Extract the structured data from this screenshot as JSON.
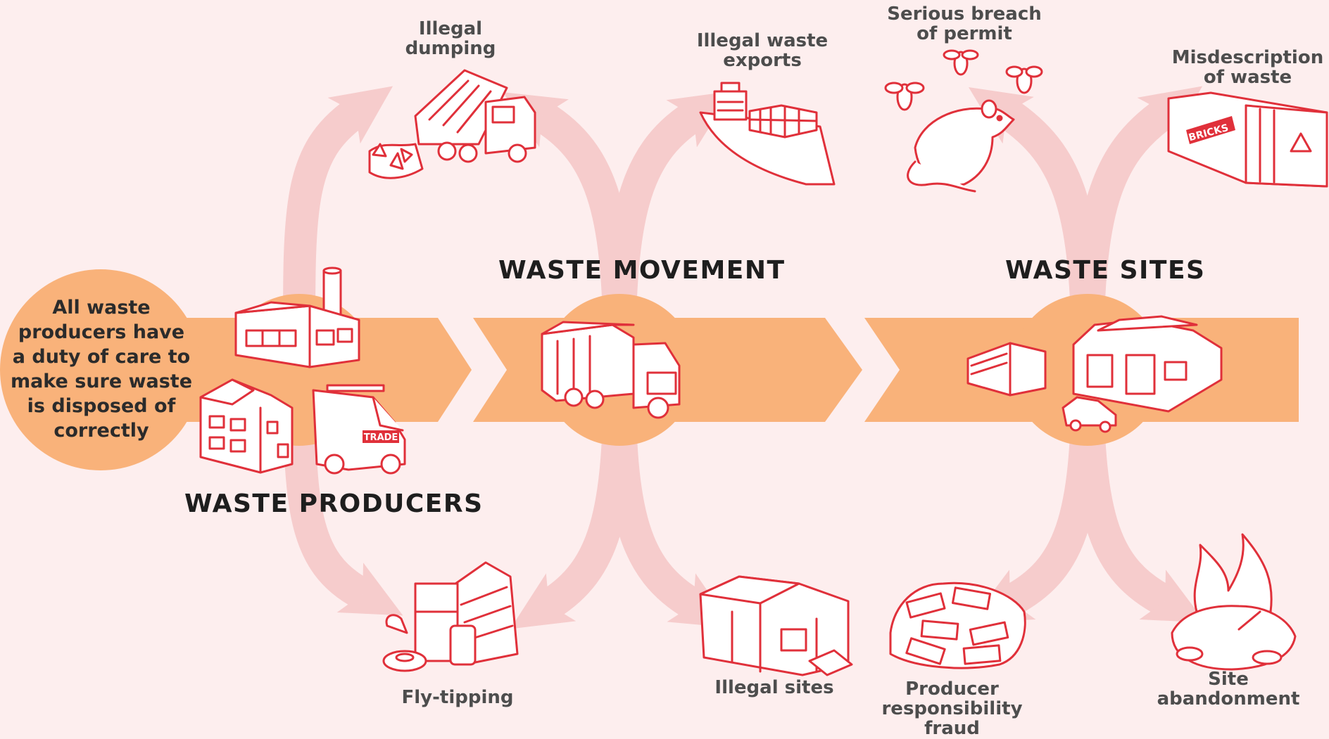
{
  "intro": "All waste\nproducers have\na duty of care to\nmake sure waste\nis disposed of\ncorrectly",
  "stages": {
    "producers": "WASTE PRODUCERS",
    "movement": "WASTE MOVEMENT",
    "sites": "WASTE SITES"
  },
  "crimes": {
    "illegal_dumping": "Illegal\ndumping",
    "illegal_waste_exports": "Illegal waste\nexports",
    "serious_breach": "Serious breach\nof permit",
    "misdescription": "Misdescription\nof waste",
    "fly_tipping": "Fly-tipping",
    "illegal_sites": "Illegal sites",
    "producer_fraud": "Producer\nresponsibility\nfraud",
    "site_abandonment": "Site\nabandonment"
  },
  "van_badge": "TRADE",
  "container_badge": "BRICKS",
  "colors": {
    "background": "#fdeeee",
    "band": "#f9b27a",
    "curve_arrow": "#f6cccc",
    "line_art": "#e0303a",
    "heading": "#1e1e1e",
    "label": "#4d4d4d"
  }
}
